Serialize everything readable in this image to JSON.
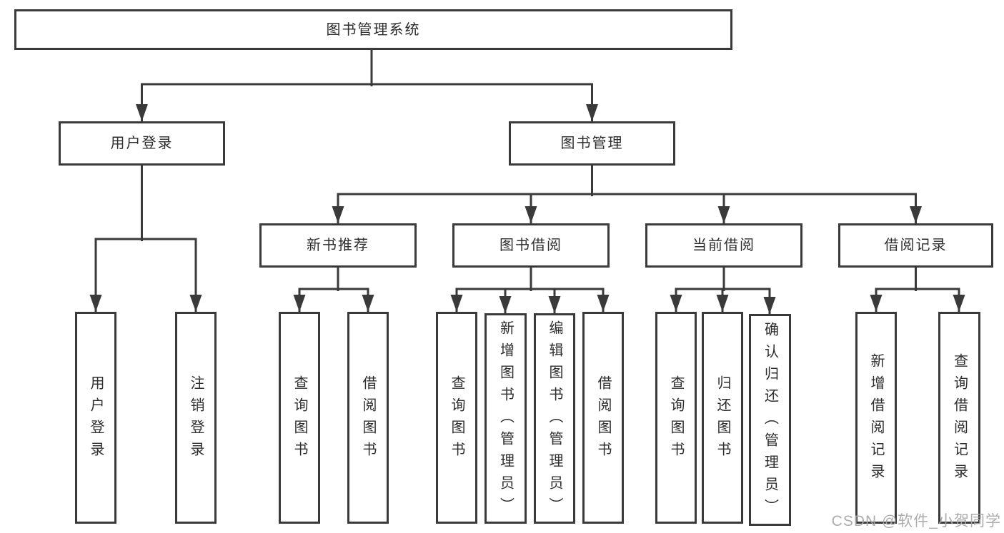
{
  "diagram": {
    "root": {
      "label": "图书管理系统"
    },
    "level2": [
      {
        "label": "用户登录"
      },
      {
        "label": "图书管理"
      }
    ],
    "level3": [
      {
        "label": "新书推荐"
      },
      {
        "label": "图书借阅"
      },
      {
        "label": "当前借阅"
      },
      {
        "label": "借阅记录"
      }
    ],
    "leaves": {
      "user_login": [
        "用户登录",
        "注销登录"
      ],
      "new_books": [
        "查询图书",
        "借阅图书"
      ],
      "book_borrow": [
        "查询图书",
        "新增图书（管理员）",
        "编辑图书（管理员）",
        "借阅图书"
      ],
      "current_borrow": [
        "查询图书",
        "归还图书",
        "确认归还（管理员）"
      ],
      "borrow_records": [
        "新增借阅记录",
        "查询借阅记录"
      ]
    }
  },
  "watermark": "CSDN @软件_小贺同学",
  "colors": {
    "line": "#3a3a3a",
    "box_border": "#3a3a3a",
    "text": "#2d2d2d",
    "watermark": "#a8a8a8",
    "background": "#ffffff"
  }
}
